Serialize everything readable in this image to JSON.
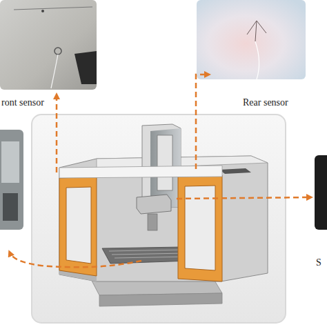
{
  "diagram": {
    "labels": [
      "ront sensor",
      "Rear sensor",
      "S"
    ]
  }
}
